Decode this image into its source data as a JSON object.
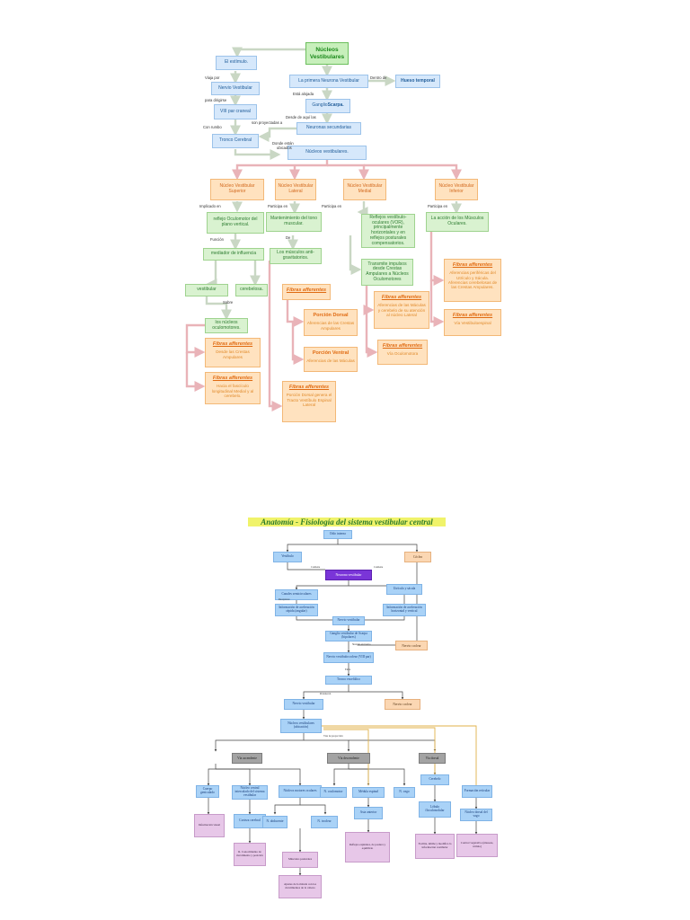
{
  "top": {
    "root": "Núcleos Vestibulares",
    "nodes": {
      "estimulo": "El estímulo.",
      "nervio": "Nervio Vestibular",
      "viii": "VIII par craneal",
      "tronco": "Tronco Cerebral",
      "primera": "La primera Neurona Vestibular",
      "hueso": "Hueso temporal",
      "ganglio_pre": "Ganglio ",
      "ganglio_bold": "Scarpa.",
      "secundarias": "Neuronas secundarias",
      "nucleos_vest": "Núcleos vestibulares.",
      "nvs": "Núcleo Vestibular Superior",
      "nvl": "Núcleo Vestibular Lateral",
      "nvm": "Núcleo Vestibular Medial",
      "nvi": "Núcleo Vestibular Inferior",
      "reflejo": "reflejo Oculomotor del plano vertical.",
      "mediador": "mediador de influencia",
      "vestibular": "vestibular",
      "cerebelosa": "cerebelosa.",
      "nucleos_oculo": "los núcleos oculomotores.",
      "mantenimiento": "Mantenimiento del tono muscular.",
      "musculos": "Los músculos anti-gravitatorios.",
      "reflejos_vo": "Reflejos vestíbulo-oculares (VOR), principalmente horizontales y en reflejos posturales compensatorios.",
      "transmite": "Transmite impulsos desde Crestas Ampulares a Núcleos Oculomotores",
      "accion": "La acción de los Músculos Oculares."
    },
    "cards": {
      "fa_title": "Fibras afferentes",
      "fa1": "Desde las Crestas Ampulares",
      "fa2": "Hacia el fascículo longitudinal Medial y al cerebelo.",
      "fa_lat": "Fibras afferentes",
      "pdorsal_t": "Porción Dorsal",
      "pdorsal_b": "Aferencias de las Crestas Ampulares",
      "pventral_t": "Porción Ventral",
      "pventral_b": "Aferencias de las Máculas",
      "fa_lat2_body": "Porción Dorsal genera el Tracto Vestíbulo Espinal Lateral",
      "fa_med1_body": "Aferencias de las Máculas y cerebelo de su atención al núcleo Lateral",
      "fa_med2_body": "Vía Oculomotora",
      "fa_inf1_body": "Aferencias periféricas del Utrículo y Sácula. Aferencias cerebelosas de las Crestas Ampulares.",
      "fa_inf2_body": "Vía Vestibuloespinal"
    },
    "labels": {
      "viaja": "Viaja por",
      "dirigirse": "para dirigirse",
      "dentro": "Dentro de",
      "esta_alojada": "Está alojada",
      "desde_aqui": "Desde de aquí las",
      "son_proyectadas": "son    proyectadas a",
      "con_rumbo": "Con rumbo",
      "donde_estan": "Donde están",
      "ubicados": "ubicados",
      "implicado": "Implicado en",
      "funcion": "Función",
      "sobre": "Sobre",
      "participa1": "Participa en",
      "participa2": "Participa en",
      "participa3": "Participa en",
      "de": "De"
    }
  },
  "bottom": {
    "title": "Anatomía - Fisiología del sistema vestibular central",
    "nodes": {
      "oido": "Oído interno",
      "vestibulo": "Vestíbulo",
      "coclea": "Cóclea",
      "neurona": "Neurona vestibular",
      "canales": "Canales semicirculares",
      "utriculo": "Utrículo y sácula",
      "info1": "Información de aceleración rápida (angular)",
      "info2": "Información de aceleración horizontal y vertical",
      "nervio_v": "Nervio vestibular",
      "ganglio": "Ganglio vestibular de Scarpa (bipolares)",
      "nervio_c": "Nervio coclear",
      "nervio_vc": "Nervio vestibulococlear (VIII par)",
      "tronco": "Tronco encefálico",
      "nervio_v2": "Nervio vestibular",
      "nervio_c2": "Nervio coclear",
      "nucleos": "Núcleos vestibulares (ubicación)",
      "via_asc": "Vía ascendente",
      "via_desc": "Vía descendente",
      "via_dorsal": "Vía dorsal",
      "cuerpo": "Cuerpo geniculado",
      "nucleo_central": "Núcleo central intercalado del sistema vestibular",
      "nucleos_motores": "Núcleos motores oculares",
      "n_ocul": "N. oculomotor",
      "n_abd": "N. abducente",
      "n_troc": "N. troclear",
      "medula": "Médula espinal",
      "n_vago": "N. vago",
      "cerebelo": "Cerebelo",
      "formacion": "Formación reticular",
      "info_visual": "Información visual",
      "corteza": "Corteza cerebral",
      "asta": "Asta anterior",
      "lobulo": "Lóbulo floculonodular",
      "nucleo_dorsal": "Núcleo dorsal del vago",
      "m_posturales": "Músculos posturales",
      "r_conc": "R. Conocimiento de movimiento y posición",
      "r_mov": "Ajustes de la mirada con los movimientos de la cabeza",
      "r_postura": "Reflejos espinales, de postura y equilibrio",
      "r_facilita": "Facilita, inhibe y modifica la información vestibular",
      "r_vegetativo": "Control vegetativo (náuseas, vómito)"
    },
    "labels": {
      "contiene": "Contiene",
      "contiene2": "Contiene",
      "receptores": "Receptores",
      "sinapsis": "Sinapsis en tronco",
      "entra": "Entra",
      "pertenecen": "Pertenecen",
      "vias": "Vías de proyección"
    }
  }
}
